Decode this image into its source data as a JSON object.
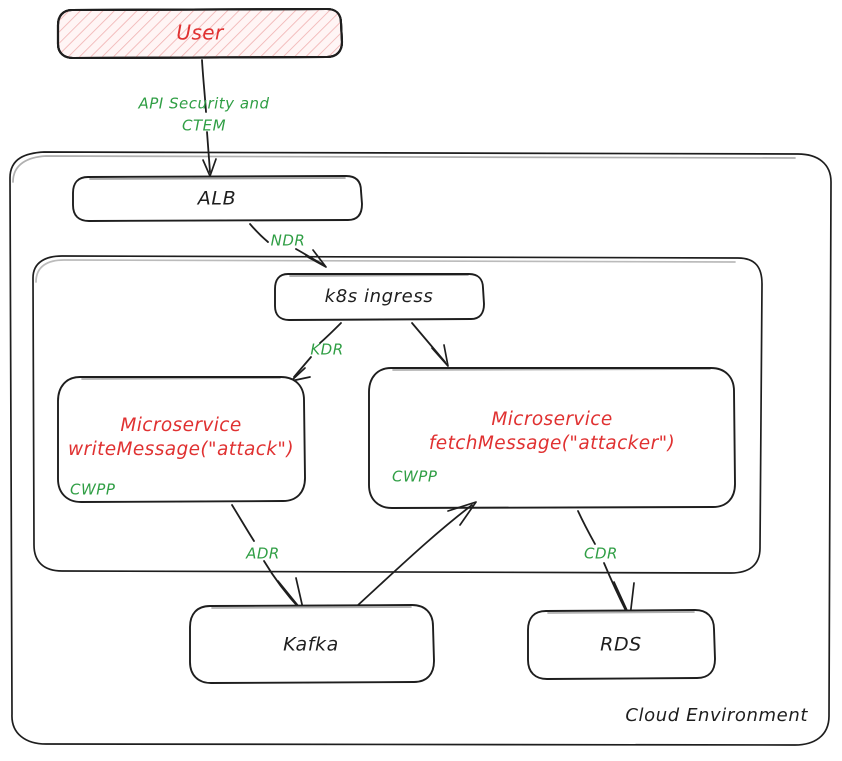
{
  "diagram": {
    "title_label": "Cloud Environment",
    "nodes": {
      "user": {
        "label": "User",
        "fill": "#ffe3e3",
        "text_color": "#e03131",
        "hatch": true
      },
      "alb": {
        "label": "ALB"
      },
      "k8s_ingress": {
        "label": "k8s ingress"
      },
      "microservice_write": {
        "line1": "Microservice",
        "line2": "writeMessage(\"attack\")",
        "badge": "CWPP",
        "text_color": "#e03131",
        "badge_color": "#2f9e44"
      },
      "microservice_fetch": {
        "line1": "Microservice",
        "line2": "fetchMessage(\"attacker\")",
        "badge": "CWPP",
        "text_color": "#e03131",
        "badge_color": "#2f9e44"
      },
      "kafka": {
        "label": "Kafka"
      },
      "rds": {
        "label": "RDS"
      }
    },
    "edges": [
      {
        "id": "user-to-alb",
        "label_line1": "API Security and",
        "label_line2": "CTEM",
        "from": "user",
        "to": "alb",
        "color": "#2f9e44"
      },
      {
        "id": "alb-to-ingress",
        "label": "NDR",
        "from": "alb",
        "to": "k8s_ingress",
        "color": "#2f9e44"
      },
      {
        "id": "ingress-to-write",
        "label": "KDR",
        "from": "k8s_ingress",
        "to": "microservice_write",
        "color": "#2f9e44"
      },
      {
        "id": "ingress-to-fetch",
        "label": "",
        "from": "k8s_ingress",
        "to": "microservice_fetch",
        "color": "#2f9e44"
      },
      {
        "id": "write-to-kafka",
        "label": "ADR",
        "from": "microservice_write",
        "to": "kafka",
        "color": "#2f9e44"
      },
      {
        "id": "kafka-to-fetch",
        "label": "",
        "from": "kafka",
        "to": "microservice_fetch",
        "color": "#2f9e44"
      },
      {
        "id": "fetch-to-rds",
        "label": "CDR",
        "from": "microservice_fetch",
        "to": "rds",
        "color": "#2f9e44"
      }
    ],
    "containers": {
      "cloud_environment": {
        "label": "Cloud Environment"
      },
      "k8s_cluster": {
        "label": ""
      }
    },
    "colors": {
      "stroke": "#1e1e1e",
      "red": "#e03131",
      "green": "#2f9e44",
      "user_fill": "#ffe3e3",
      "background": "#ffffff"
    }
  }
}
